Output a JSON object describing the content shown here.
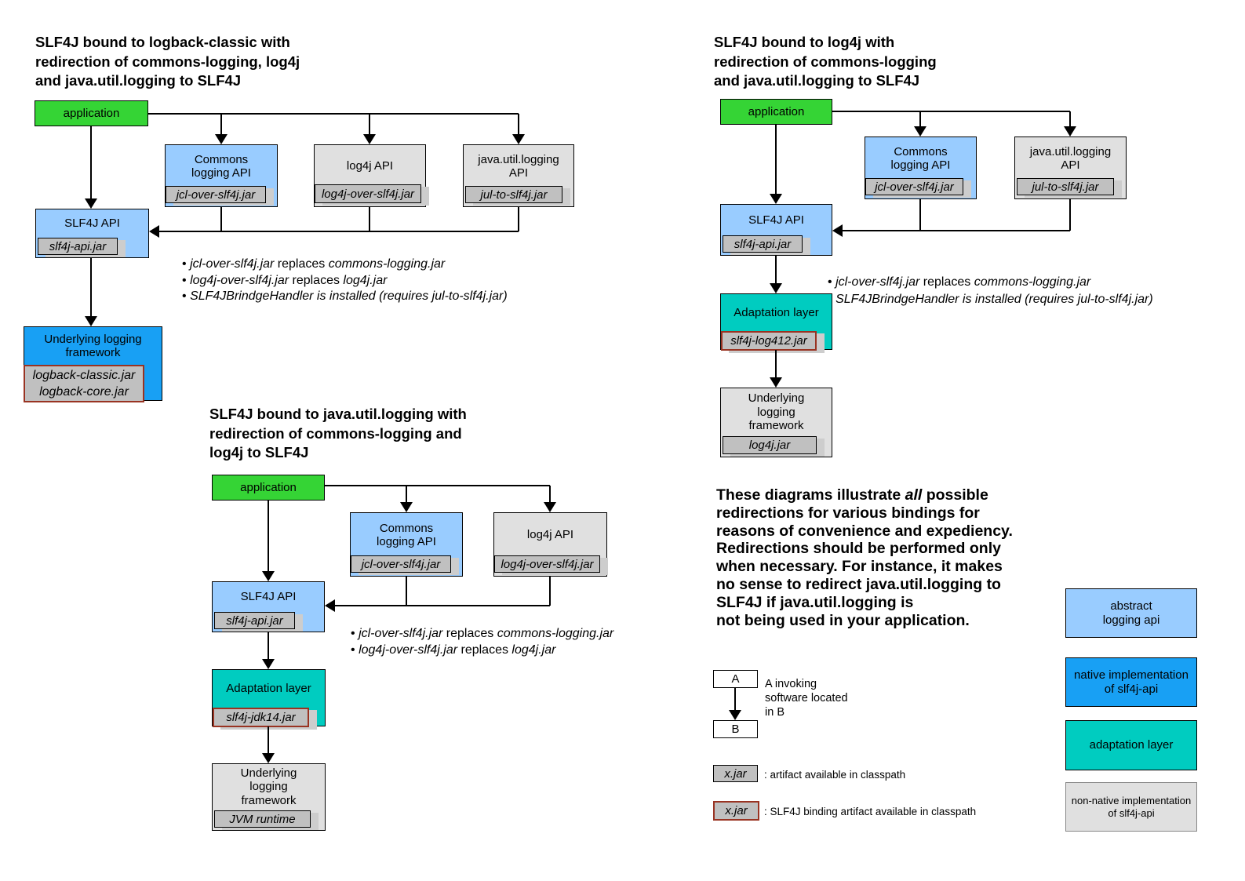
{
  "palette": {
    "application_green": "#35d435",
    "abstract_api_blue": "#99ccff",
    "native_impl_blue": "#18a0f4",
    "adaptation_teal": "#00ccc0",
    "non_native_gray": "#e0e0e0",
    "jar_tag_gray": "#c0c0c0",
    "binding_border_red": "#993322"
  },
  "d1": {
    "title": "SLF4J bound to logback-classic with\nredirection of commons-logging, log4j\nand java.util.logging to SLF4J",
    "app": "application",
    "commons": "Commons\nlogging API",
    "commons_tag": "jcl-over-slf4j.jar",
    "log4j": "log4j API",
    "log4j_tag": "log4j-over-slf4j.jar",
    "jul": "java.util.logging\nAPI",
    "jul_tag": "jul-to-slf4j.jar",
    "slf4j": "SLF4J API",
    "slf4j_tag": "slf4j-api.jar",
    "underlying": "Underlying logging\nframework",
    "underlying_tag": "logback-classic.jar\nlogback-core.jar",
    "bullets": [
      {
        "dot": "•",
        "parts": [
          "jcl-over-slf4j.jar",
          " replaces ",
          "commons-logging.jar"
        ]
      },
      {
        "dot": "•",
        "parts": [
          "log4j-over-slf4j.jar",
          " replaces ",
          "log4j.jar"
        ]
      },
      {
        "dot": "•",
        "parts": [
          "SLF4JBrindgeHandler is installed (requires jul-to-slf4j.jar)"
        ]
      }
    ]
  },
  "d2": {
    "title": "SLF4J bound to log4j with\nredirection of commons-logging\nand java.util.logging to SLF4J",
    "app": "application",
    "commons": "Commons\nlogging API",
    "commons_tag": "jcl-over-slf4j.jar",
    "jul": "java.util.logging\nAPI",
    "jul_tag": "jul-to-slf4j.jar",
    "slf4j": "SLF4J API",
    "slf4j_tag": "slf4j-api.jar",
    "adaptation": "Adaptation layer",
    "adaptation_tag": "slf4j-log412.jar",
    "underlying": "Underlying\nlogging\nframework",
    "underlying_tag": "log4j.jar",
    "bullets": [
      {
        "dot": "•",
        "parts": [
          "jcl-over-slf4j.jar",
          " replaces ",
          "commons-logging.jar"
        ]
      },
      {
        "dot": "•",
        "parts": [
          "SLF4JBrindgeHandler is installed (requires jul-to-slf4j.jar)"
        ]
      }
    ]
  },
  "d3": {
    "title": "SLF4J bound to java.util.logging with\nredirection of commons-logging and\nlog4j to SLF4J",
    "app": "application",
    "commons": "Commons\nlogging API",
    "commons_tag": "jcl-over-slf4j.jar",
    "log4j": "log4j API",
    "log4j_tag": "log4j-over-slf4j.jar",
    "slf4j": "SLF4J API",
    "slf4j_tag": "slf4j-api.jar",
    "adaptation": "Adaptation layer",
    "adaptation_tag": "slf4j-jdk14.jar",
    "underlying": "Underlying\nlogging\nframework",
    "underlying_tag": "JVM runtime",
    "bullets": [
      {
        "dot": "•",
        "parts": [
          "jcl-over-slf4j.jar",
          " replaces ",
          "commons-logging.jar"
        ]
      },
      {
        "dot": "•",
        "parts": [
          "log4j-over-slf4j.jar",
          " replaces ",
          "log4j.jar"
        ]
      }
    ]
  },
  "note": {
    "l1a": "These diagrams illustrate ",
    "l1b": "all",
    "l1c": " possible",
    "l2": "redirections for various bindings for",
    "l3": "reasons of convenience and expediency.",
    "l4": "Redirections should be performed only",
    "l5": "when necessary. For instance, it makes",
    "l6": "no sense to redirect java.util.logging to",
    "l7": "SLF4J if java.util.logging is",
    "l8": "not being used in your application."
  },
  "legend": {
    "a": "A",
    "b": "B",
    "ab_caption": "A invoking\nsoftware located\nin B",
    "jar1": "x.jar",
    "jar1_caption": ": artifact available in classpath",
    "jar2": "x.jar",
    "jar2_caption": ": SLF4J binding artifact available in classpath",
    "swatches": [
      {
        "label": "abstract\nlogging api"
      },
      {
        "label": "native implementation\nof slf4j-api"
      },
      {
        "label": "adaptation layer"
      },
      {
        "label": "non-native implementation\nof slf4j-api"
      }
    ]
  }
}
